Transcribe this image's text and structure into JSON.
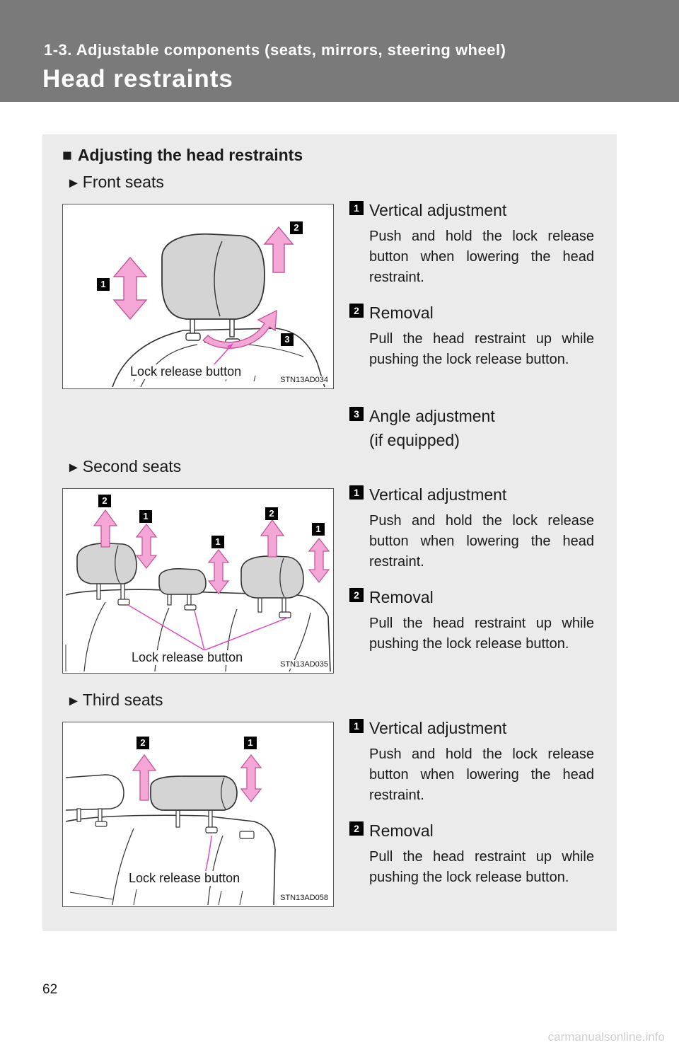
{
  "header": {
    "section_label": "1-3. Adjustable components (seats, mirrors, steering wheel)",
    "title": "Head restraints"
  },
  "panel": {
    "heading_marker": "■",
    "heading": "Adjusting the head restraints",
    "pointer_marker": "►",
    "front": {
      "heading": "Front seats",
      "figure_code": "STN13AD034",
      "lock_label": "Lock release button",
      "figure_markers": [
        "1",
        "2",
        "3"
      ],
      "items": [
        {
          "num": "1",
          "title": "Vertical adjustment",
          "desc": "Push and hold the lock release button when lowering the head restraint."
        },
        {
          "num": "2",
          "title": "Removal",
          "desc": "Pull the head restraint up while pushing the lock release button."
        },
        {
          "num": "3",
          "title": "Angle adjustment",
          "subtitle": "(if equipped)"
        }
      ]
    },
    "second": {
      "heading": "Second seats",
      "figure_code": "STN13AD035",
      "lock_label": "Lock release button",
      "figure_markers": [
        "2",
        "1",
        "1",
        "2",
        "1"
      ],
      "items": [
        {
          "num": "1",
          "title": "Vertical adjustment",
          "desc": "Push and hold the lock release button when lowering the head restraint."
        },
        {
          "num": "2",
          "title": "Removal",
          "desc": "Pull the head restraint up while pushing the lock release button."
        }
      ]
    },
    "third": {
      "heading": "Third seats",
      "figure_code": "STN13AD058",
      "lock_label": "Lock release button",
      "figure_markers": [
        "2",
        "1"
      ],
      "items": [
        {
          "num": "1",
          "title": "Vertical adjustment",
          "desc": "Push and hold the lock release button when lowering the head restraint."
        },
        {
          "num": "2",
          "title": "Removal",
          "desc": "Pull the head restraint up while pushing the lock release button."
        }
      ]
    }
  },
  "page_number": "62",
  "watermark": "carmanualsonline.info",
  "colors": {
    "header_bg": "#7a7a7a",
    "panel_bg": "#ebebeb",
    "arrow_pink": "#f4a6d7",
    "headrest_gray": "#d4d4d4"
  }
}
